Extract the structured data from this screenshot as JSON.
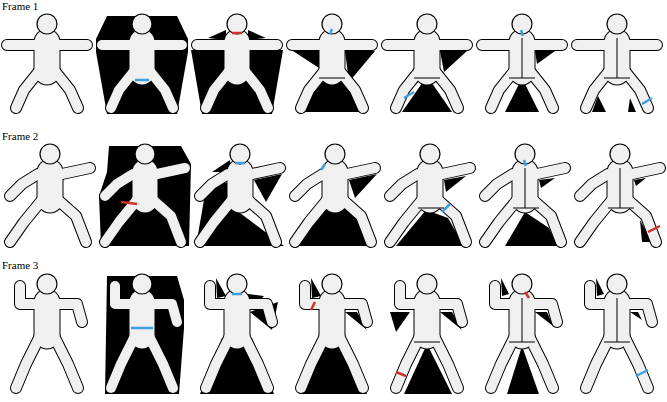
{
  "diagram": {
    "labels": [
      "Frame 1",
      "Frame 2",
      "Frame 3"
    ]
  }
}
